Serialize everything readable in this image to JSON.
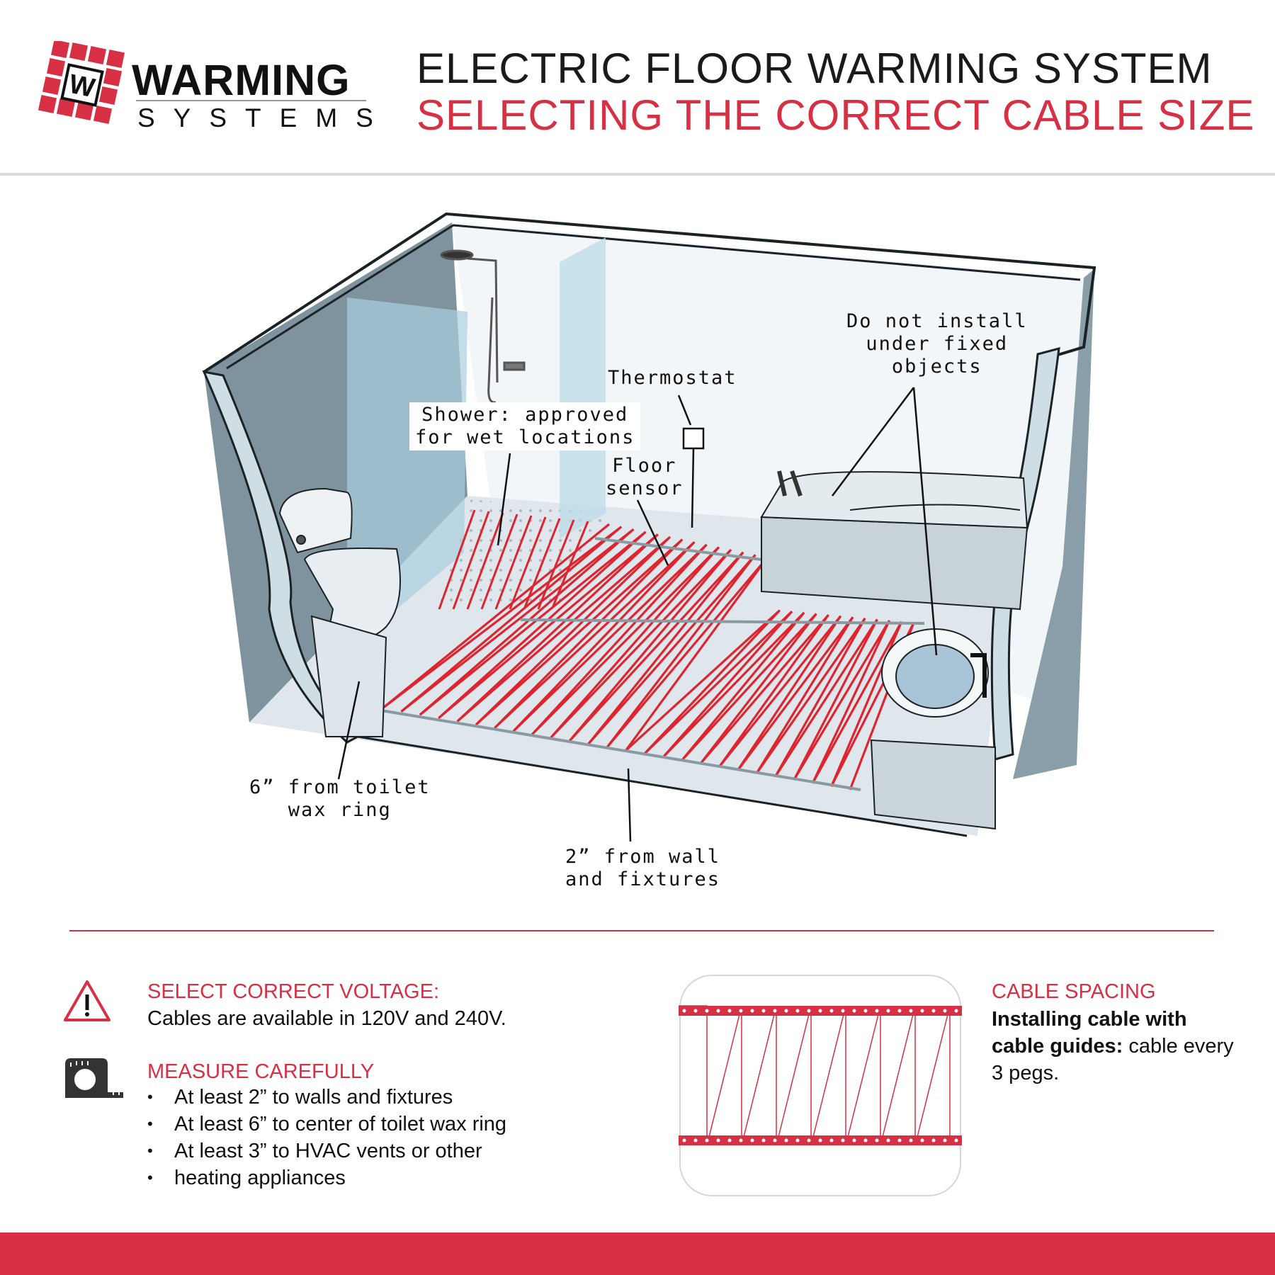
{
  "logo": {
    "brand_line1": "WARMING",
    "brand_line2": "SYSTEMS",
    "mark_letter": "W"
  },
  "header": {
    "title_line1": "ELECTRIC FLOOR WARMING SYSTEM",
    "title_line2": "SELECTING THE CORRECT CABLE SIZE"
  },
  "diagram": {
    "callouts": {
      "shower": "Shower: approved\nfor wet locations",
      "thermostat": "Thermostat",
      "floor_sensor": "Floor\nsensor",
      "fixed_objects": "Do not install\nunder fixed\nobjects",
      "toilet": "6” from toilet\nwax ring",
      "wall": "2” from wall\nand fixtures"
    }
  },
  "voltage": {
    "heading": "SELECT CORRECT VOLTAGE:",
    "text": "Cables are available in 120V and 240V."
  },
  "measure": {
    "heading": "MEASURE CAREFULLY",
    "bullets": [
      "At least 2” to walls and fixtures",
      "At least 6” to center of toilet wax ring",
      "At least 3” to HVAC vents or other",
      "heating appliances"
    ]
  },
  "spacing": {
    "heading": "CABLE SPACING",
    "bold_text": "Installing cable with cable guides:",
    "text": " cable every 3 pegs."
  },
  "colors": {
    "brand_red": "#d72f43",
    "cable_red": "#e0242f",
    "wall_gray": "#7f939e",
    "glass_blue": "#a9cfdf"
  },
  "icons": [
    "warning-icon",
    "tape-measure-icon",
    "logo-tile-icon"
  ]
}
